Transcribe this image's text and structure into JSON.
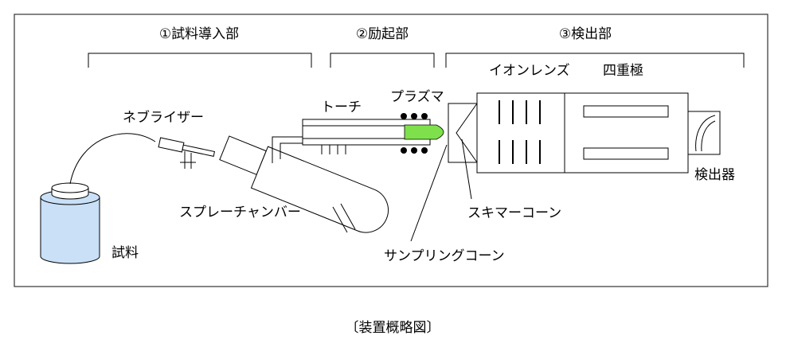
{
  "sections": {
    "intro": "①試料導入部",
    "excitation": "②励起部",
    "detection": "③検出部"
  },
  "labels": {
    "ion_lens": "イオンレンズ",
    "quadrupole": "四重極",
    "plasma": "プラズマ",
    "torch": "トーチ",
    "nebulizer": "ネブライザー",
    "spray_chamber": "スプレーチャンバー",
    "sample": "試料",
    "detector": "検出器",
    "skimmer_cone": "スキマーコーン",
    "sampling_cone": "サンプリングコーン"
  },
  "caption": "〔装置概略図〕",
  "colors": {
    "sample_liquid": "#c9e0f7",
    "plasma": "#7ee04a",
    "line": "#000000"
  }
}
